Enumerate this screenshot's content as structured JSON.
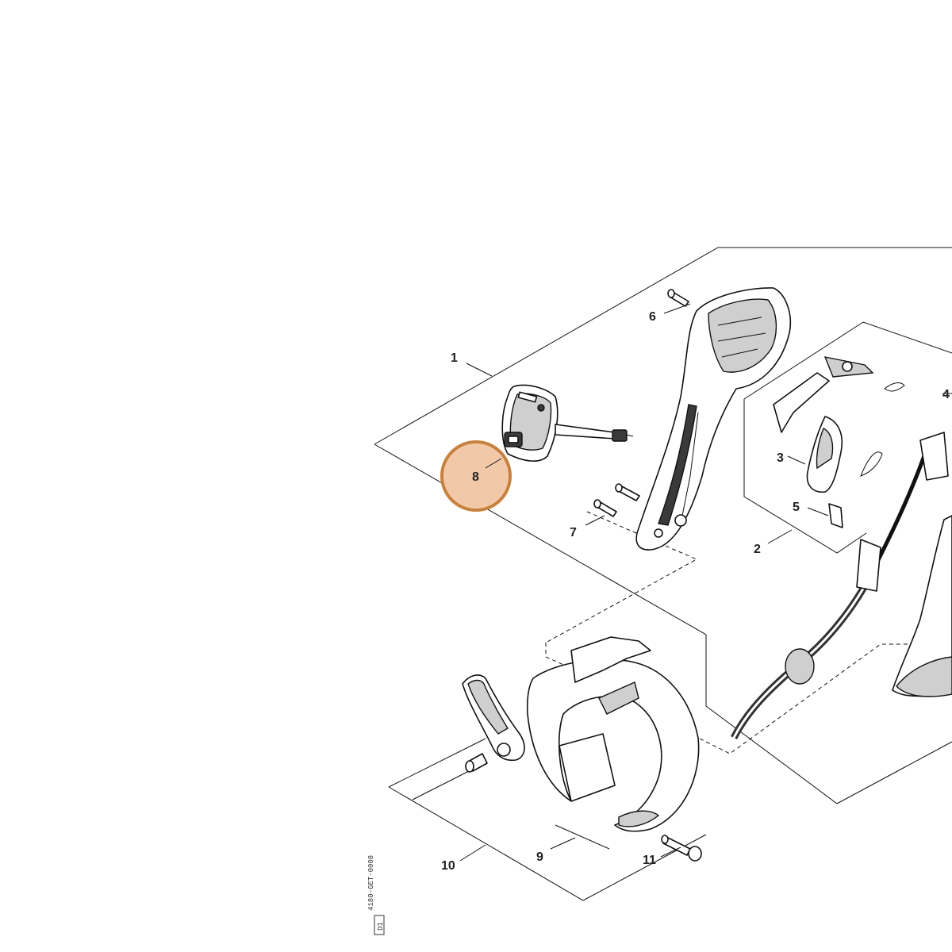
{
  "parts": [
    {
      "id": "1",
      "label": "1"
    },
    {
      "id": "2",
      "label": "2"
    },
    {
      "id": "3",
      "label": "3"
    },
    {
      "id": "4",
      "label": "4"
    },
    {
      "id": "5",
      "label": "5"
    },
    {
      "id": "6",
      "label": "6"
    },
    {
      "id": "7",
      "label": "7"
    },
    {
      "id": "8",
      "label": "8"
    },
    {
      "id": "9",
      "label": "9"
    },
    {
      "id": "10",
      "label": "10"
    },
    {
      "id": "11",
      "label": "11"
    }
  ],
  "highlight": {
    "part": "8",
    "fill": "#f2c9a8",
    "stroke": "#c7823f"
  },
  "drawing_code": "4180-GET-0008",
  "drawing_tag": "D1"
}
